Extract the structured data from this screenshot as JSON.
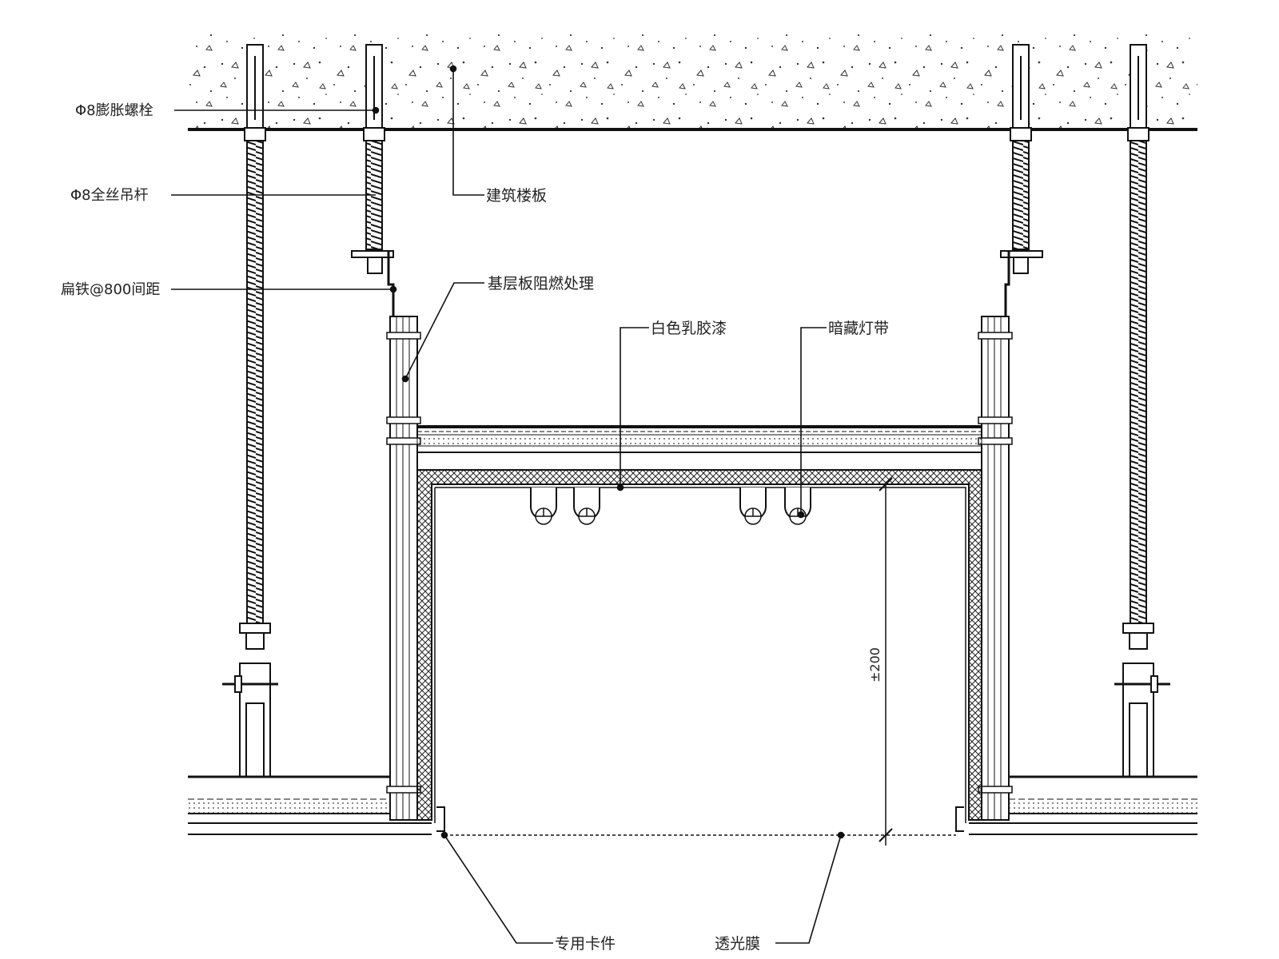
{
  "labels": {
    "expansion_bolt": "Φ8膨胀螺栓",
    "threaded_rod": "Φ8全丝吊杆",
    "flat_iron": "扁铁@800间距",
    "building_slab": "建筑楼板",
    "base_board_fireproof": "基层板阻燃处理",
    "white_latex_paint": "白色乳胶漆",
    "hidden_light_strip": "暗藏灯带",
    "special_clip": "专用卡件",
    "translucent_film": "透光膜"
  },
  "dimension": {
    "height_text": "±200"
  },
  "colors": {
    "line": "#111111",
    "background": "#ffffff",
    "hatch": "#222222"
  }
}
